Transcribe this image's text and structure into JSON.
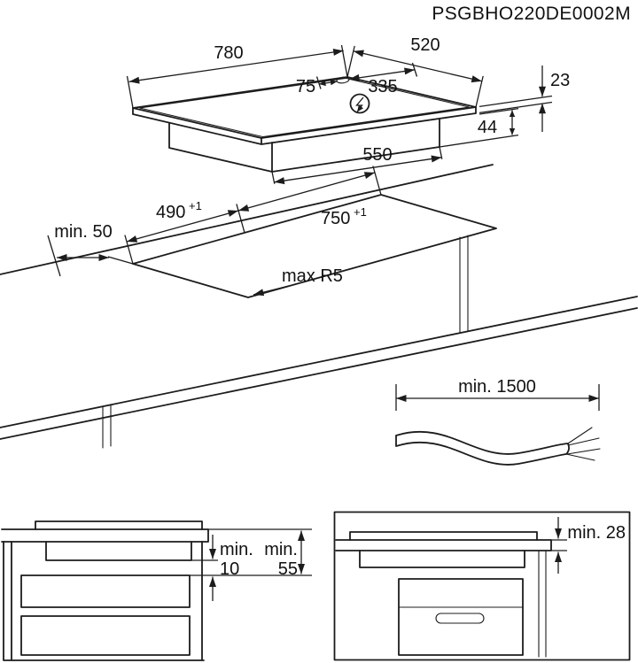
{
  "title": "PSGBHO220DE0002M",
  "hob_view": {
    "width": "780",
    "depth": "520",
    "connection_offset": "75",
    "connection_distance": "335",
    "glass_thickness": "23",
    "box_depth": "44",
    "box_width": "550"
  },
  "cutout_view": {
    "edge_clearance": "min. 50",
    "cutout_depth": "490",
    "cutout_depth_tolerance": "+1",
    "cutout_width": "750",
    "cutout_width_tolerance": "+1",
    "corner_radius": "max R5"
  },
  "cable_view": {
    "cable_length": "min. 1500"
  },
  "drawer_panel": {
    "gap_min_label": "min.",
    "gap_min_value": "10",
    "clearance_min_label": "min.",
    "clearance_min_value": "55"
  },
  "oven_panel": {
    "worktop_thickness": "min. 28"
  }
}
